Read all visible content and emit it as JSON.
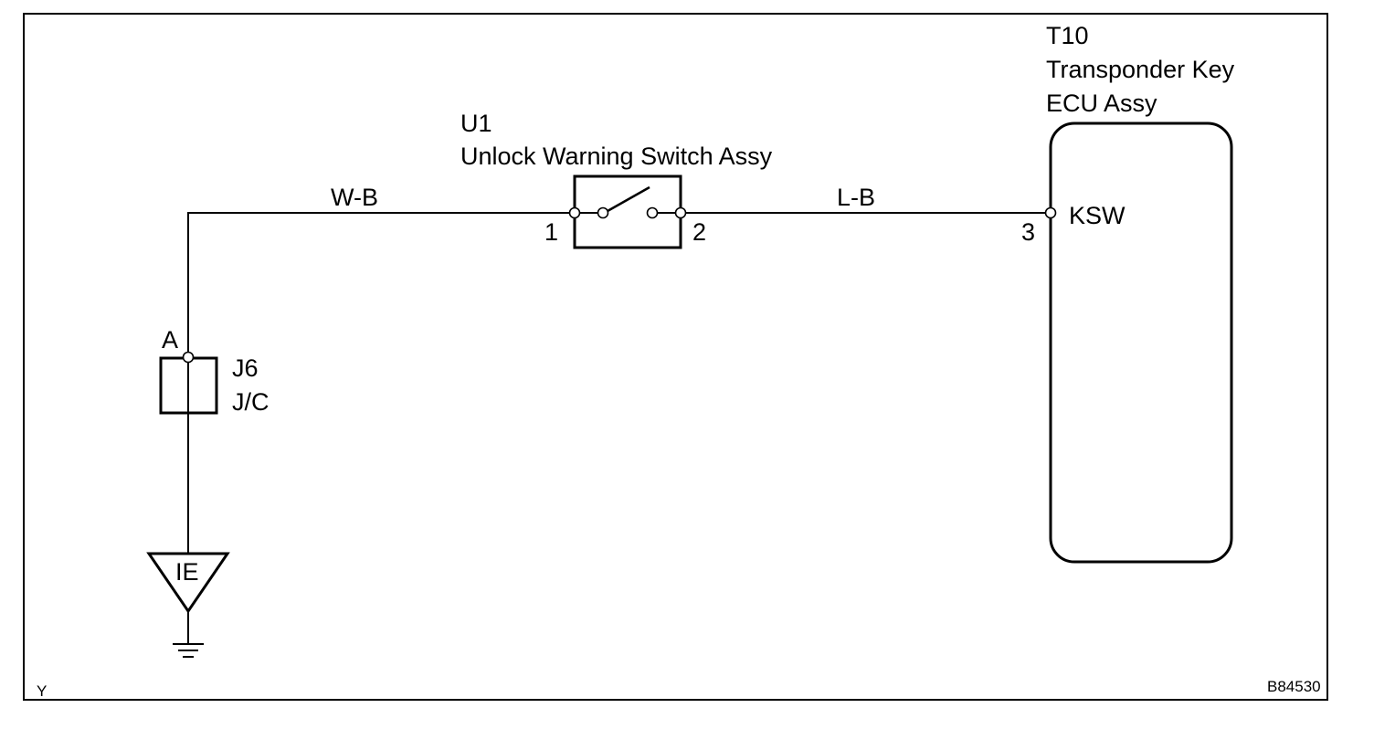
{
  "frame": {
    "corner_left": "Y",
    "ref_code": "B84530"
  },
  "ecu": {
    "code": "T10",
    "name_line1": "Transponder Key",
    "name_line2": "ECU Assy",
    "terminal_pin": "3",
    "terminal_name": "KSW"
  },
  "switch": {
    "code": "U1",
    "name": "Unlock Warning Switch Assy",
    "pin_left": "1",
    "pin_right": "2"
  },
  "wires": {
    "left_color": "W-B",
    "right_color": "L-B"
  },
  "junction": {
    "pin": "A",
    "code": "J6",
    "type": "J/C"
  },
  "ground": {
    "point": "IE"
  }
}
